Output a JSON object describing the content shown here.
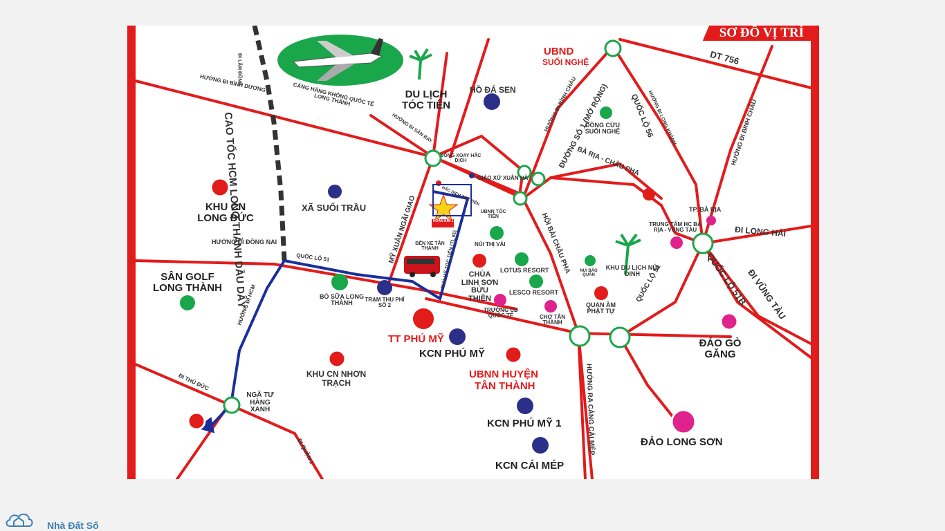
{
  "title": "SƠ ĐỒ VỊ TRÍ",
  "watermark": "Nhà Đất Số",
  "colors": {
    "road": "#e21b1b",
    "route": "#1b2f9b",
    "green": "#1aa64a",
    "navy": "#2b2f88",
    "pink": "#e0238c"
  },
  "places": {
    "san_bay": "CẢNG HÀNG KHÔNG QUỐC TẾ LONG THÀNH",
    "du_lich_toc_tien": "DU LỊCH TÓC TIÊN",
    "ho_da_sen": "HỒ ĐÁ SEN",
    "ubnd_suoi_nghe_1": "UBND",
    "ubnd_suoi_nghe_2": "SUỐI NGHỆ",
    "dong_cuu": "ĐỒNG CỪU SUỐI NGHỆ",
    "kcn_long_duc": "KHU CN LONG ĐỨC",
    "xa_suoi_trau": "XÃ SUỐI TRẦU",
    "san_golf": "SÂN GOLF LONG THÀNH",
    "bo_sua": "BÒ SỮA LONG THÀNH",
    "tram_thu_phi": "TRẠM THU PHÍ SỐ 2",
    "ben_xe": "BẾN XE TÂN THÀNH",
    "nui_thi_vai": "NÚI THỊ VẢI",
    "ubnn_toc_tien": "UBNN TÓC TIÊN",
    "giao_xu": "GIÁO XỨ XUÂN HÀ",
    "vong_xoay": "VÒNG XOAY HẮC DỊCH",
    "chua": "CHÙA LINH SƠN BỬU THIỀN",
    "lotus": "LOTUS RESORT",
    "lesco": "LESCO RESORT",
    "truong_cd": "TRƯỜNG CĐ QUỐC TẾ",
    "cho_tan_thanh": "CHỢ TÂN THÀNH",
    "nui_dinh": "KHU DU LỊCH NÚI DINH",
    "nui_bao_quan": "NÚI BẢO QUÁN",
    "quan_am": "QUAN ÂM PHẬT TỰ",
    "tt_phu_my": "TT PHÚ MỸ",
    "kcn_phu_my": "KCN PHÚ MỸ",
    "ubnn_huyen_1": "UBNN HUYỆN",
    "ubnn_huyen_2": "TÂN THÀNH",
    "kcn_phu_my_1": "KCN PHÚ MỸ 1",
    "kcn_cai_mep": "KCN CÁI MÉP",
    "kcn_nhon_trach": "KHU CN NHƠN TRẠCH",
    "nga_tu": "NGÃ TƯ HÀNG XANH",
    "tp_ba_ria": "TP. BÀ RỊA",
    "trung_tam": "TRUNG TÂM HC BÀ RỊA - VŨNG TÀU",
    "dao_go_gang": "ĐẢO GÒ GĂNG",
    "dao_long_son": "ĐẢO LONG SƠN",
    "project_label": "HOÀN KIM 1"
  },
  "roads": {
    "cao_toc": "CAO TỐC HCM LONG THÀNH DẦU DÂY",
    "huong_binh_duong": "HƯỚNG ĐI BÌNH DƯƠNG",
    "di_lam_dong": "ĐI LÂM ĐỒNG",
    "huong_san_bay": "HƯỚNG ĐI SÂN BAY",
    "huong_dong_nai": "HƯỚNG ĐI ĐỒNG NAI",
    "quoc_lo_51": "QUỐC LỘ 51",
    "huong_hcm": "HƯỚNG ĐI HCM",
    "di_thu_duc": "ĐI THỦ ĐỨC",
    "di_quan_1": "ĐI QUẬN 1",
    "my_xuan_ngai_giao": "MỸ XUÂN NGÃI GIAO",
    "phu_my_toc_tien": "PHÚ MỸ TÓC TIÊN (TL 81)",
    "hac_dich_toc_tien": "HẮC DỊCH TÓC TIÊN",
    "huong_binh_chau": "HƯỚNG ĐI BÌNH CHÂU",
    "duong_so_1": "ĐƯỜNG SỐ 1 (MỞ RỘNG)",
    "quoc_lo_56": "QUỐC LỘ 56",
    "huong_long_khanh": "HƯỚNG ĐI LONG KHÁNH",
    "dt_756": "DT 756",
    "ba_ria_chau_pha": "BÀ RỊA - CHÂU PHA",
    "hoi_bai_chau_pha": "HỘI BÀI CHÂU PHA",
    "quoc_lo_51_b": "QUỐC LỘ 51",
    "quoc_lo_51b": "QUỐC LỘ 51B",
    "di_long_hai": "ĐI LONG HẢI",
    "di_vung_tau": "ĐI VŨNG TÀU",
    "huong_cang_cai_mep": "HƯỚNG RA CẢNG CÁI MÉP",
    "huong_binh_chau_2": "HƯỚNG ĐI BÌNH CHÂU"
  }
}
